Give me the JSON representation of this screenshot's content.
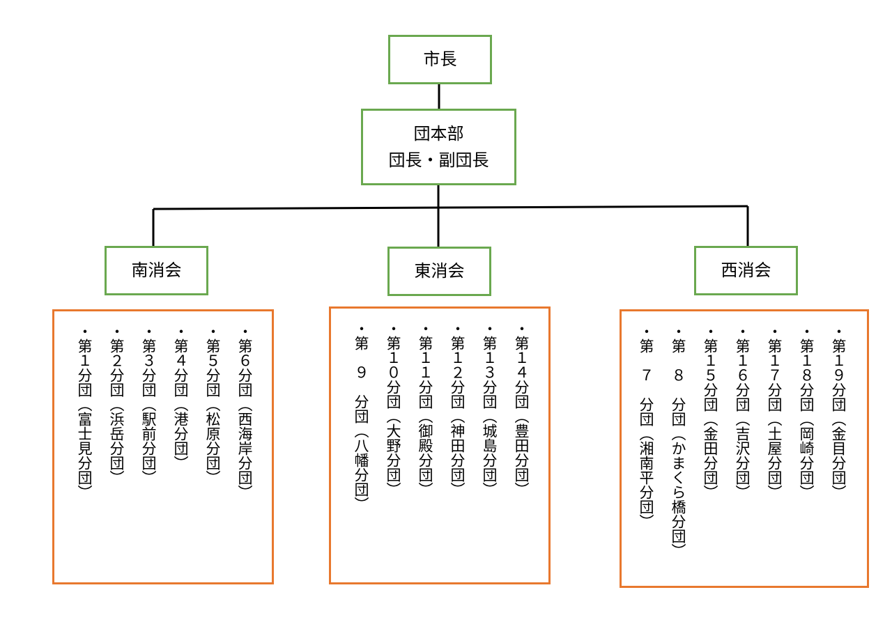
{
  "top": {
    "label": "市長"
  },
  "hq": {
    "line1": "団本部",
    "line2": "団長・副団長"
  },
  "branches": {
    "south": "南消会",
    "east": "東消会",
    "west": "西消会"
  },
  "south_units": [
    "・第６分団（西海岸分団）",
    "・第５分団（松原分団）",
    "・第４分団（港分団）",
    "・第３分団（駅前分団）",
    "・第２分団（浜岳分団）",
    "・第１分団（富士見分団）"
  ],
  "east_units": [
    "・第１４分団（豊田分団）",
    "・第１３分団（城島分団）",
    "・第１２分団（神田分団）",
    "・第１１分団（御殿分団）",
    "・第１０分団（大野分団）",
    "・第　９　分団（八幡分団）"
  ],
  "west_units": [
    "・第１９分団（金目分団）",
    "・第１８分団（岡崎分団）",
    "・第１７分団（土屋分団）",
    "・第１６分団（吉沢分団）",
    "・第１５分団（金田分団）",
    "・第　８　分団（かまくら橋分団）",
    "・第　７　分団（湘南平分団）"
  ],
  "colors": {
    "node_border": "#6aa84f",
    "group_border": "#e8782e",
    "line": "#000000"
  }
}
